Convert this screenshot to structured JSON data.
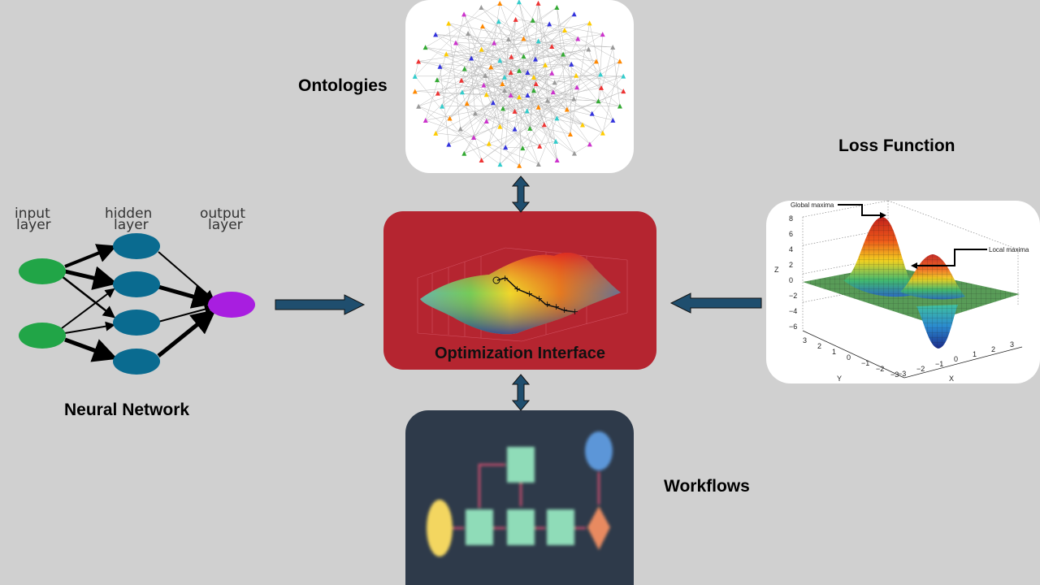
{
  "labels": {
    "ontologies": "Ontologies",
    "loss_function": "Loss Function",
    "neural_network": "Neural Network",
    "workflows": "Workflows",
    "optimization_interface": "Optimization Interface"
  },
  "neural_network": {
    "input_layer": [
      "input",
      "layer"
    ],
    "hidden_layer": [
      "hidden",
      "layer"
    ],
    "output_layer": [
      "output",
      "layer"
    ]
  },
  "loss_plot": {
    "global_maxima": "Global maxima",
    "local_maxima": "Local maxima",
    "z_axis": "Z",
    "x_axis": "X",
    "y_axis": "Y",
    "z_ticks": [
      "8",
      "6",
      "4",
      "2",
      "0",
      "−2",
      "−4",
      "−6"
    ],
    "x_ticks": [
      "−3",
      "−2",
      "−1",
      "0",
      "1",
      "2",
      "3"
    ],
    "y_ticks": [
      "3",
      "2",
      "1",
      "0",
      "−1",
      "−2",
      "−3"
    ]
  },
  "colors": {
    "background": "#d0d0d0",
    "arrow_fill": "#1f4e6e",
    "optimization_panel": "#b52530",
    "workflow_panel": "#2e3a4a",
    "input_node": "#21a547",
    "hidden_node": "#0a6b90",
    "output_node": "#a81ee0"
  }
}
